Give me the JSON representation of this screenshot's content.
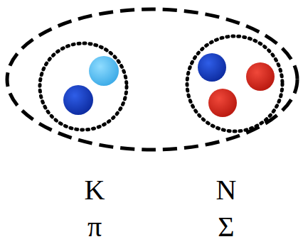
{
  "diagram": {
    "labels": [
      "K",
      "N",
      "π",
      "Σ"
    ]
  }
}
